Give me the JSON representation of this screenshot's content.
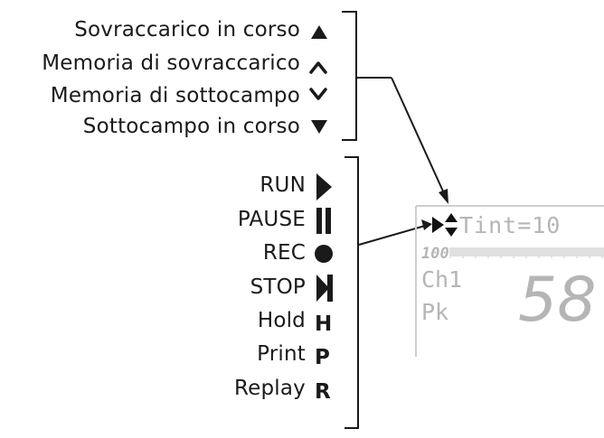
{
  "status_legend": {
    "items": [
      {
        "label": "Sovraccarico in corso",
        "icon": "triangle-up-filled-icon"
      },
      {
        "label": "Memoria di sovraccarico",
        "icon": "chevron-up-icon"
      },
      {
        "label": "Memoria di sottocampo",
        "icon": "chevron-down-icon"
      },
      {
        "label": "Sottocampo in corso",
        "icon": "triangle-down-filled-icon"
      }
    ]
  },
  "mode_legend": {
    "items": [
      {
        "label": "RUN",
        "icon": "play-icon"
      },
      {
        "label": "PAUSE",
        "icon": "pause-icon"
      },
      {
        "label": "REC",
        "icon": "record-circle-icon"
      },
      {
        "label": "STOP",
        "icon": "stop-icon"
      },
      {
        "label": "Hold",
        "icon": "letter-h-icon"
      },
      {
        "label": "Print",
        "icon": "letter-p-icon"
      },
      {
        "label": "Replay",
        "icon": "letter-r-icon"
      }
    ]
  },
  "display": {
    "tint_label": "Tint=10",
    "scale_label": "100",
    "channel_label": "Ch1",
    "peak_label": "Pk",
    "big_value": "58"
  },
  "colors": {
    "ink": "#1a1a1a",
    "lcd_text": "#b5b5b5",
    "lcd_bar": "#e0e0e0"
  }
}
